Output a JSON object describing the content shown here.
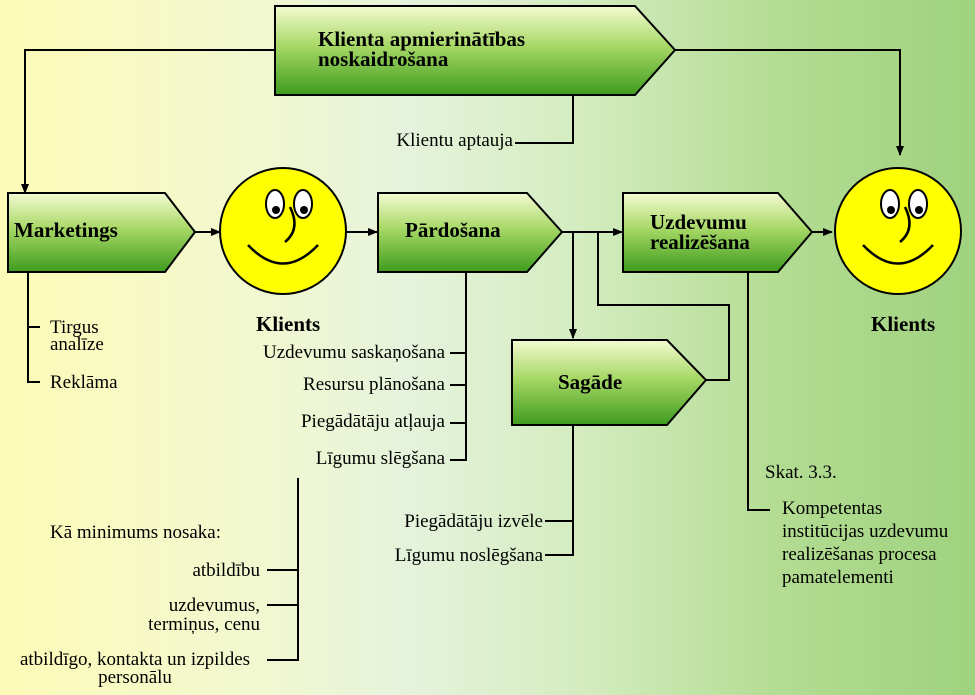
{
  "processes": {
    "satisfaction": "Klienta apmierinātības noskaidrošana",
    "marketing": "Marketings",
    "sales": "Pārdošana",
    "realization": "Uzdevumu realizēšana",
    "procurement": "Sagāde"
  },
  "clients": {
    "left": "Klients",
    "right": "Klients"
  },
  "satisfaction_subitems": [
    "Klientu aptauja"
  ],
  "marketing_subitems": [
    "Tirgus analīze",
    "Reklāma"
  ],
  "sales_subitems": [
    "Uzdevumu saskaņošana",
    "Resursu plānošana",
    "Piegādātāju atļauja",
    "Līgumu slēgšana"
  ],
  "contract_minimum": {
    "heading": "Kā minimums nosaka:",
    "items": [
      "atbildību",
      "uzdevumus, termiņus, cenu",
      "atbildīgo, kontakta un izpildes personālu"
    ]
  },
  "procurement_subitems": [
    "Piegādātāju izvēle",
    "Līgumu noslēgšana"
  ],
  "realization_note": {
    "reference": "Skat. 3.3.",
    "text": "Kompetentas institūcijas uzdevumu realizēšanas procesa pamatelementi"
  },
  "colors": {
    "box_gradient_top": "#f4fbd2",
    "box_gradient_bottom": "#3e9c1e",
    "smiley_fill": "#ffff00",
    "line": "#000000"
  }
}
